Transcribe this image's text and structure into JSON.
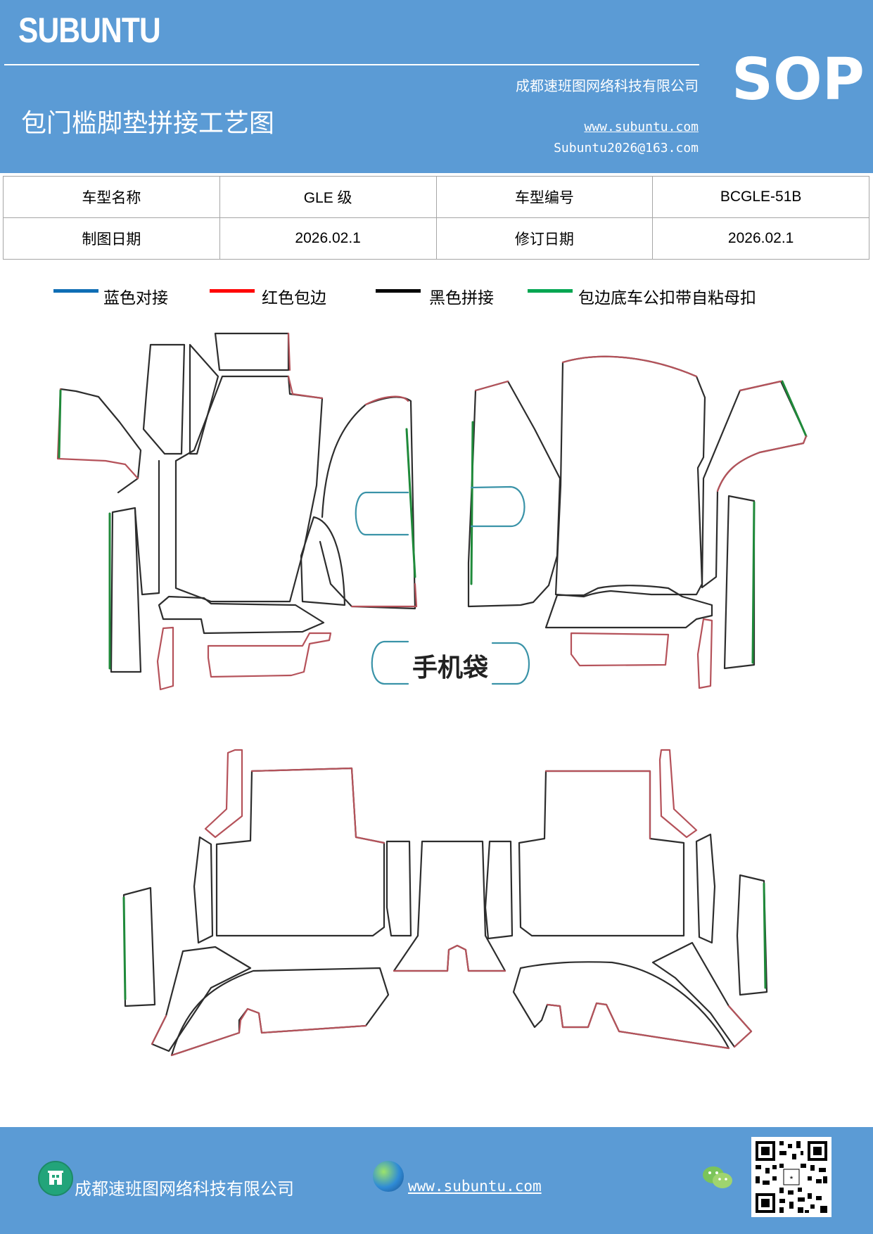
{
  "header": {
    "brand": "SUBUNTU",
    "badge": "SOP",
    "company": "成都速班图网络科技有限公司",
    "title": "包门槛脚垫拼接工艺图",
    "website": "www.subuntu.com",
    "email": "Subuntu2026@163.com"
  },
  "info_table": [
    {
      "label1": "车型名称",
      "value1": "GLE 级",
      "label2": "车型编号",
      "value2": "BCGLE-51B"
    },
    {
      "label1": "制图日期",
      "value1": "2026.02.1",
      "label2": "修订日期",
      "value2": "2026.02.1"
    }
  ],
  "legend": [
    {
      "label": "蓝色对接",
      "color": "#0f6eb5"
    },
    {
      "label": "红色包边",
      "color": "#ff0000"
    },
    {
      "label": "黑色拼接",
      "color": "#000000"
    },
    {
      "label": "包边底车公扣带自粘母扣",
      "color": "#00a651"
    }
  ],
  "diagram": {
    "phone_pocket_label": "手机袋",
    "colors": {
      "outline": "#2d2d2d",
      "edge": "#b5525a",
      "butt": "#3a93a8",
      "hook": "#1f8a3a"
    }
  },
  "footer": {
    "company": "成都速班图网络科技有限公司",
    "website": "www.subuntu.com",
    "icons": [
      "building-icon",
      "globe-icon",
      "wechat-icon",
      "qr-code"
    ]
  }
}
